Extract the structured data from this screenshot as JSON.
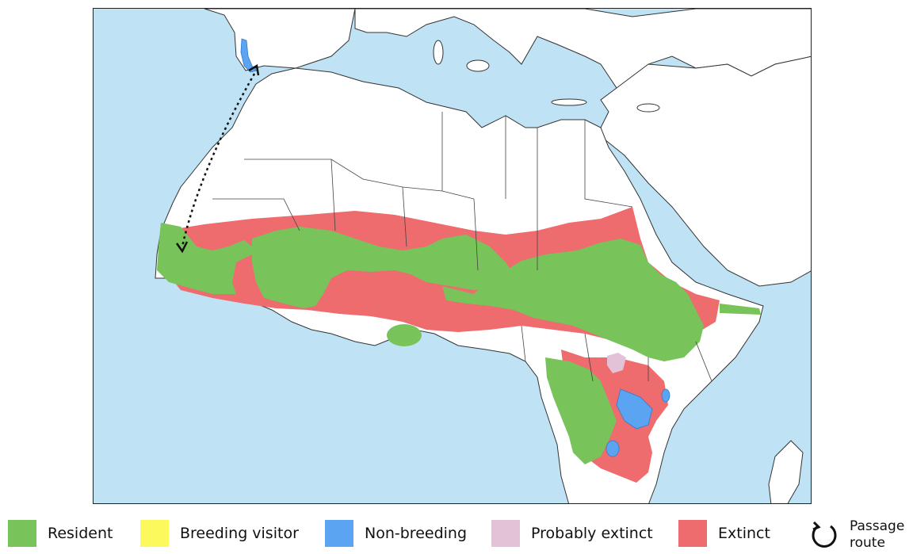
{
  "colors": {
    "sea": "#bfe3f4",
    "land": "#ffffff",
    "border": "#333333",
    "resident": "#78c35a",
    "breeding_visitor": "#fbf95c",
    "non_breeding": "#5aa4f2",
    "probably_extinct": "#e3c1d6",
    "extinct": "#ee6b6e"
  },
  "legend": [
    {
      "key": "resident",
      "label": "Resident",
      "color": "#78c35a"
    },
    {
      "key": "breeding_visitor",
      "label": "Breeding visitor",
      "color": "#fbf95c"
    },
    {
      "key": "non_breeding",
      "label": "Non-breeding",
      "color": "#5aa4f2"
    },
    {
      "key": "probably_extinct",
      "label": "Probably extinct",
      "color": "#e3c1d6"
    },
    {
      "key": "extinct",
      "label": "Extinct",
      "color": "#ee6b6e"
    }
  ],
  "passage": {
    "icon": "circular-arrow-icon",
    "label_line1": "Passage",
    "label_line2": "route"
  }
}
